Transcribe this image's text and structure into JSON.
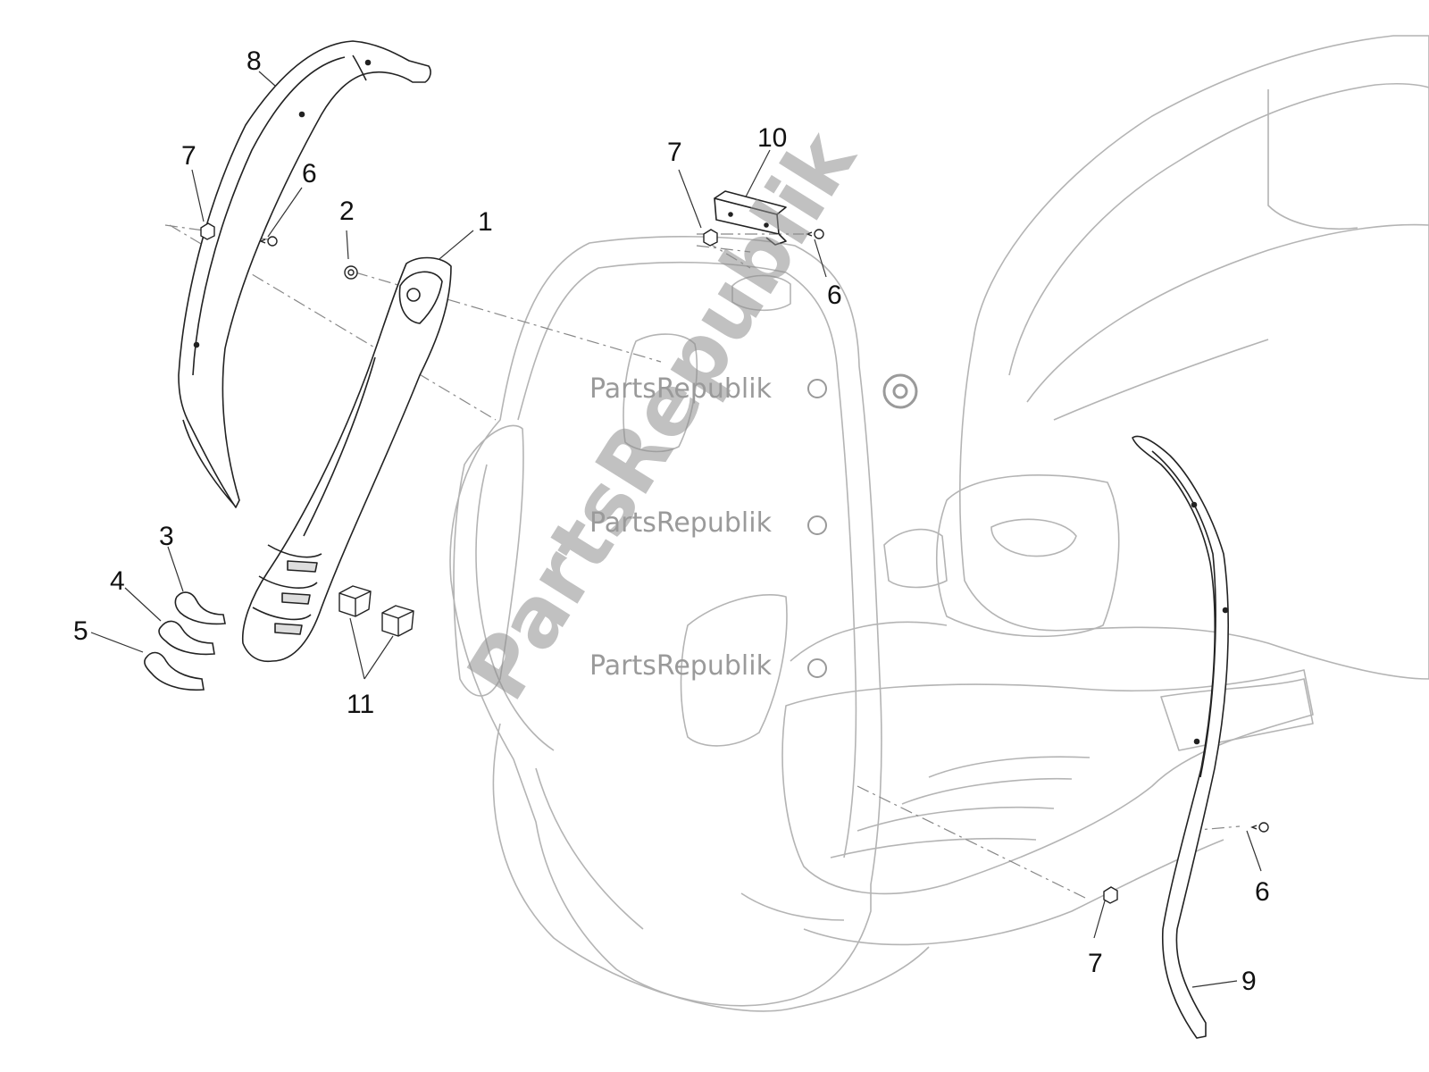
{
  "watermark": {
    "brand": "PartsRepublik",
    "diagonal": "PartsRepublik"
  },
  "callouts": {
    "c1": "1",
    "c2": "2",
    "c3": "3",
    "c4": "4",
    "c5": "5",
    "c6a": "6",
    "c6b": "6",
    "c6c": "6",
    "c7a": "7",
    "c7b": "7",
    "c7c": "7",
    "c8": "8",
    "c9": "9",
    "c10": "10",
    "c11": "11"
  },
  "colors": {
    "outline": "#222222",
    "body_lines": "#b4b4b4",
    "watermark": "#9a9a9a"
  }
}
